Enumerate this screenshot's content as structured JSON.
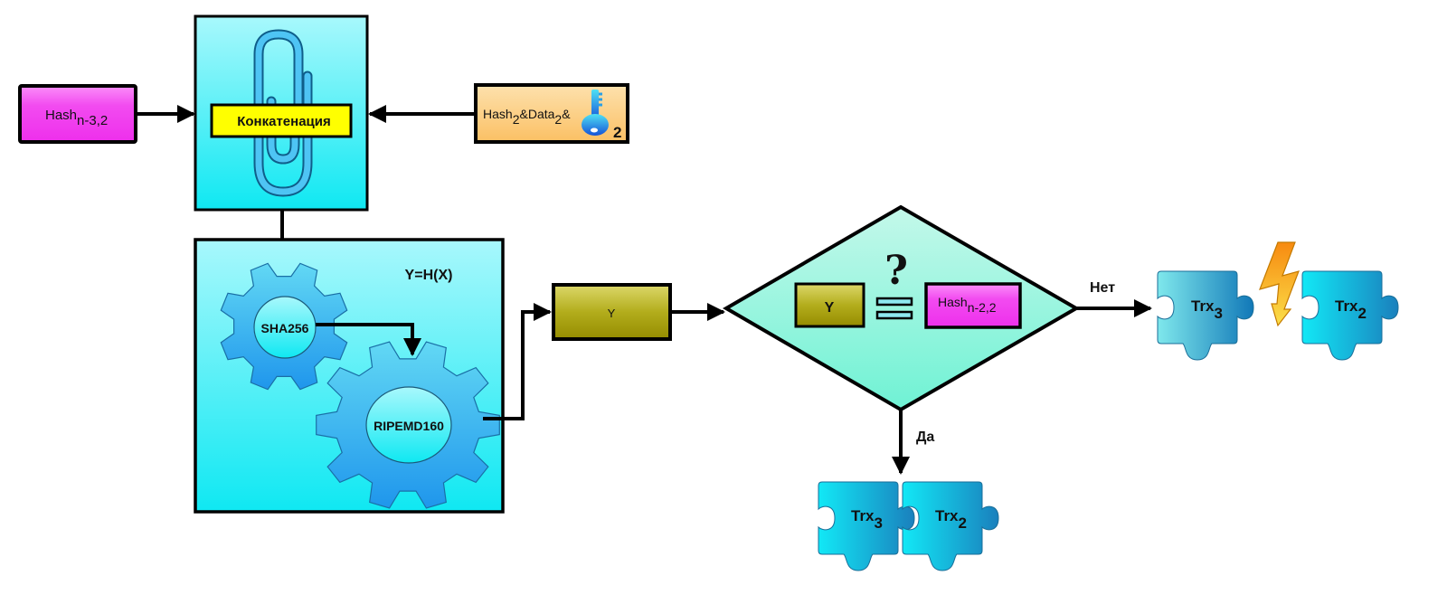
{
  "diagram": {
    "inputs": {
      "prev_hash": {
        "base": "Hash",
        "sub": "n-3,2"
      },
      "current": {
        "hash_base": "Hash",
        "hash_sub": "2",
        "amp1": "&",
        "data_base": "Data",
        "data_sub": "2",
        "amp2": "&",
        "key_sub": "2"
      }
    },
    "concat": {
      "label": "Конкатенация"
    },
    "hash_block": {
      "formula": "Y=H(X)",
      "gear1": "SHA256",
      "gear2": "RIPEMD160"
    },
    "result": {
      "label": "Y"
    },
    "decision": {
      "question_mark": "?",
      "left": "Y",
      "right_base": "Hash",
      "right_sub": "n-2,2"
    },
    "branches": {
      "no": {
        "label": "Нет",
        "pieces": [
          {
            "base": "Trx",
            "sub": "3"
          },
          {
            "base": "Trx",
            "sub": "2"
          }
        ]
      },
      "yes": {
        "label": "Да",
        "pieces": [
          {
            "base": "Trx",
            "sub": "3"
          },
          {
            "base": "Trx",
            "sub": "2"
          }
        ]
      }
    },
    "colors": {
      "magenta": "#f23ff0",
      "cyan": "#22e8f2",
      "yellow": "#ffff00",
      "olive": "#a8a010",
      "peach": "#fdc97a",
      "mint": "#7ff2d6",
      "gear": "#3bb6ee",
      "bolt": "#f7a21c"
    }
  }
}
